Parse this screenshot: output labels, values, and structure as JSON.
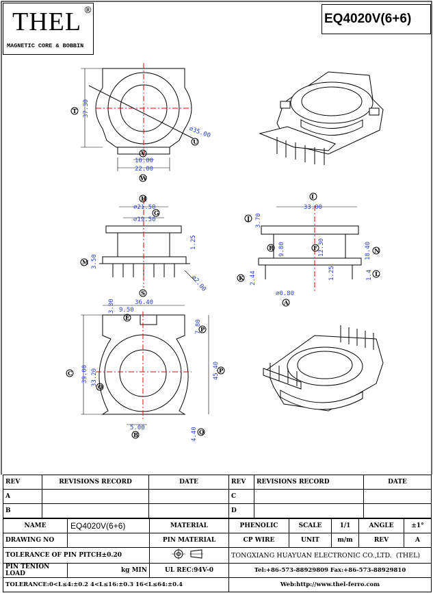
{
  "header": {
    "logo": "THEL",
    "logo_mark": "®",
    "logo_subtitle": "MAGNETIC CORE & BOBBIN",
    "model": "EQ4020V(6+6)"
  },
  "drawing": {
    "top_view": {
      "height": "37.30",
      "diameter": "⌀35.00",
      "pin_span_inner": "10.00",
      "pin_span_outer": "22.00"
    },
    "side_view_left": {
      "outer_dia": "⌀21.50",
      "inner_dia": "⌀19.50",
      "flange": "1.25",
      "pin_len": "3.50",
      "pin_dia": "⌀2.00"
    },
    "side_view_right": {
      "width": "33.00",
      "top_flange": "3.70",
      "winding": "9.80",
      "window": "12.30",
      "height": "18.40",
      "pin_h": "2.44",
      "pin_dia": "⌀0.80",
      "base": "1.25",
      "standoff": "1.4"
    },
    "bottom_view": {
      "width": "36.40",
      "top_off": "3.00",
      "slot": "9.50",
      "side": "7.80",
      "outer_h": "39.00",
      "inner_h": "33.20",
      "total_h": "45.40",
      "pitch": "5.00",
      "pin_len": "4.40"
    },
    "callouts": [
      "T",
      "U",
      "V",
      "W",
      "H",
      "G",
      "M",
      "R",
      "S",
      "I",
      "J",
      "N",
      "K",
      "L",
      "F",
      "E",
      "A",
      "B",
      "C",
      "O",
      "P",
      "Q"
    ]
  },
  "title_block": {
    "rev_header": "REV",
    "revisions_header": "REVISIONS RECORD",
    "date_header": "DATE",
    "rev_rows_left": [
      "A",
      "B"
    ],
    "rev_rows_right": [
      "C",
      "D"
    ],
    "name_label": "NAME",
    "name_value": "EQ4020V(6+6)",
    "material_label": "MATERIAL",
    "material_value": "PHENOLIC",
    "scale_label": "SCALE",
    "scale_value": "1/1",
    "angle_label": "ANGLE",
    "angle_value": "±1°",
    "drawing_no_label": "DRAWING NO",
    "pin_material_label": "PIN MATERIAL",
    "pin_material_value": "CP WIRE",
    "unit_label": "UNIT",
    "unit_value": "m/m",
    "rev_label": "REV",
    "rev_value": "A",
    "tolerance_pitch": "TOLERANCE OF PIN PITCH±0.20",
    "company": "TONGXIANG HUAYUAN ELECTRONIC CO.,LTD.",
    "company_short": "(THEL)",
    "pin_tension_label": "PIN TENION LOAD",
    "pin_tension_unit": "kg MIN",
    "ul_rec": "UL REC:94V-0",
    "tel_fax": "Tel:+86-573-88929809 Fax:+86-573-88929810",
    "tolerance_ranges": "TOLERANCE:0<L≤4:±0.2  4<L≤16:±0.3  16<L≤64:±0.4",
    "web": "Web:http://www.thel-ferro.com"
  }
}
